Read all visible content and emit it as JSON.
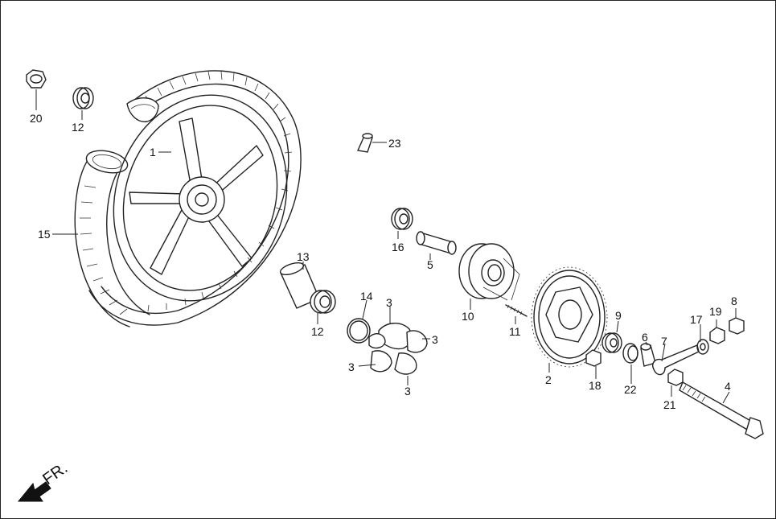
{
  "diagram": {
    "front_indicator_label": "FR.",
    "callouts": [
      {
        "id": "1",
        "part": "rear-wheel-rim"
      },
      {
        "id": "2",
        "part": "driven-sprocket"
      },
      {
        "id": "3",
        "part": "damper-rubber"
      },
      {
        "id": "4",
        "part": "rear-axle"
      },
      {
        "id": "5",
        "part": "sprocket-flange-collar"
      },
      {
        "id": "6",
        "part": "side-collar"
      },
      {
        "id": "7",
        "part": "chain-adjuster"
      },
      {
        "id": "8",
        "part": "nut"
      },
      {
        "id": "9",
        "part": "flange-bearing"
      },
      {
        "id": "10",
        "part": "sprocket-flange"
      },
      {
        "id": "11",
        "part": "stud-bolt"
      },
      {
        "id": "12",
        "part": "wheel-bearing"
      },
      {
        "id": "13",
        "part": "distance-collar"
      },
      {
        "id": "14",
        "part": "o-ring"
      },
      {
        "id": "15",
        "part": "tire"
      },
      {
        "id": "16",
        "part": "bearing"
      },
      {
        "id": "17",
        "part": "washer"
      },
      {
        "id": "18",
        "part": "flange-nut"
      },
      {
        "id": "19",
        "part": "lock-nut"
      },
      {
        "id": "20",
        "part": "axle-nut"
      },
      {
        "id": "21",
        "part": "adjuster-nut"
      },
      {
        "id": "22",
        "part": "oil-seal"
      },
      {
        "id": "23",
        "part": "valve"
      }
    ]
  }
}
